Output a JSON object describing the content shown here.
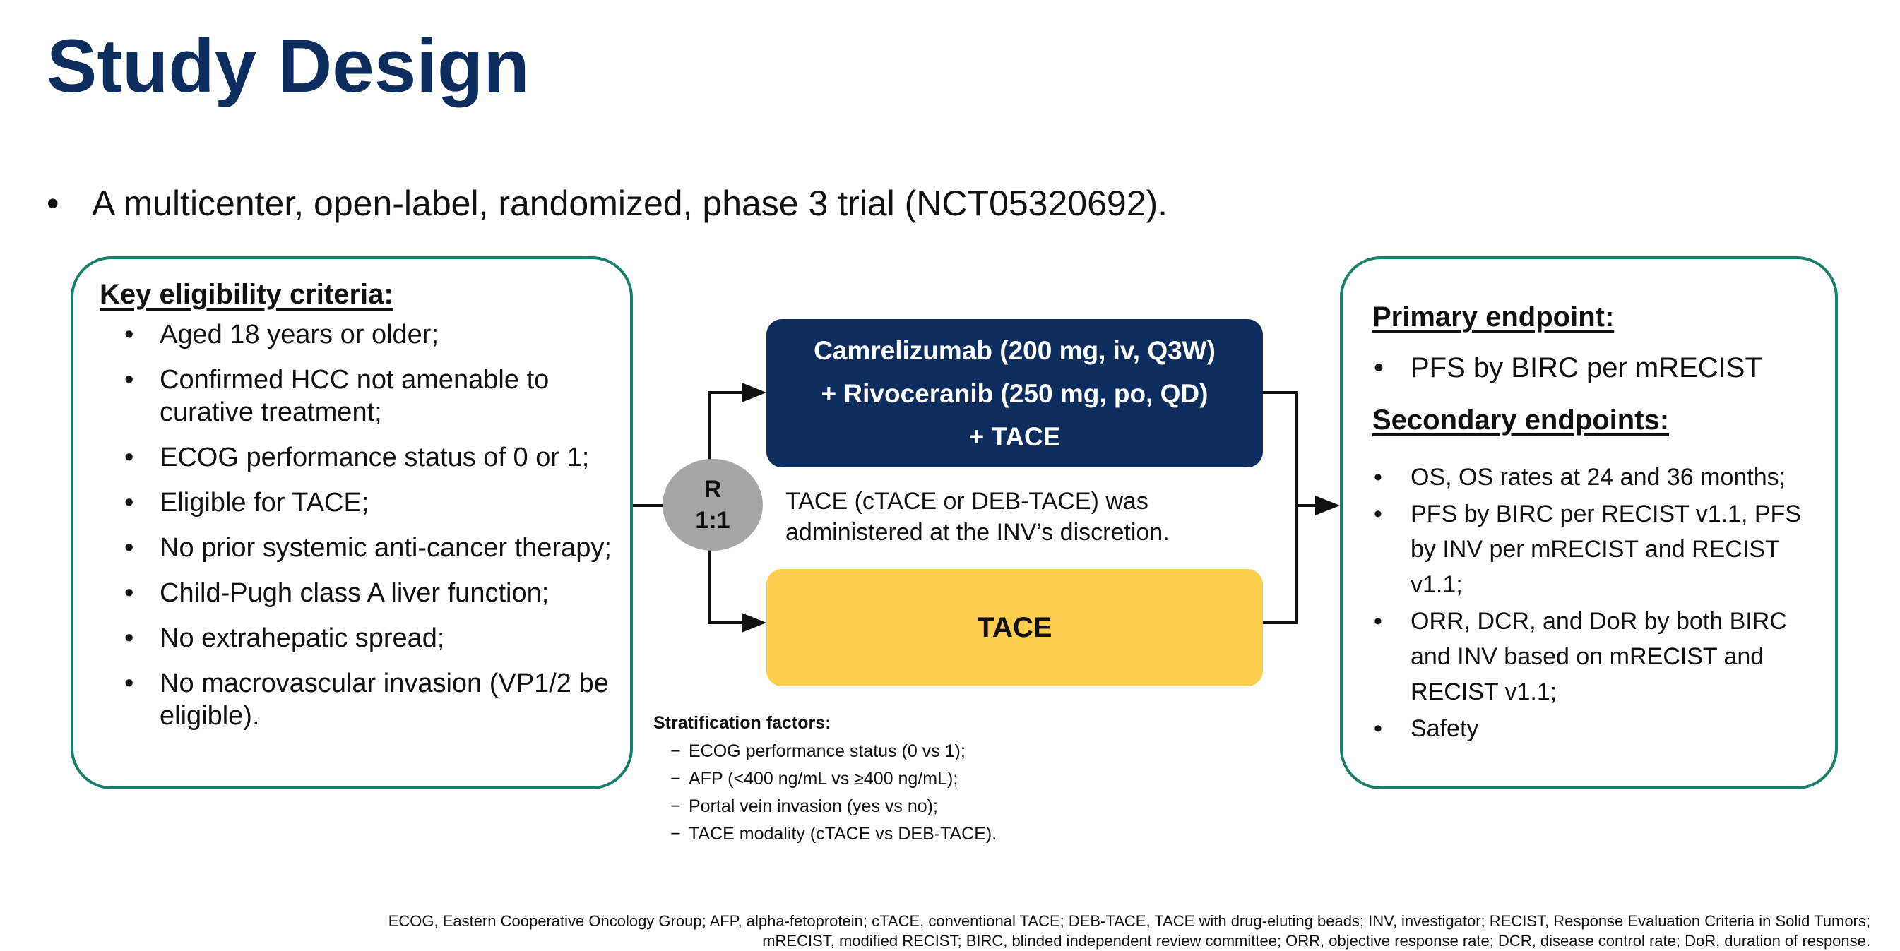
{
  "title": "Study Design",
  "intro": {
    "bullet": "•",
    "text": "A multicenter, open-label, randomized, phase 3 trial (NCT05320692)."
  },
  "eligibility": {
    "heading": "Key eligibility criteria:",
    "items": [
      "Aged 18 years or older;",
      "Confirmed HCC not amenable to curative treatment;",
      "ECOG performance status of 0 or 1;",
      "Eligible for TACE;",
      "No prior systemic anti-cancer therapy;",
      "Child-Pugh class A liver function;",
      "No extrahepatic spread;",
      "No macrovascular invasion (VP1/2 be eligible)."
    ]
  },
  "randomization": {
    "line1": "R",
    "line2": "1:1"
  },
  "arms": {
    "experimental": {
      "line1": "Camrelizumab (200 mg, iv, Q3W)",
      "line2": "+ Rivoceranib (250 mg, po, QD)",
      "line3": "+ TACE"
    },
    "control": {
      "label": "TACE"
    },
    "note": "TACE (cTACE or DEB-TACE) was administered at the INV’s discretion."
  },
  "stratification": {
    "heading": "Stratification factors:",
    "items": [
      "ECOG performance status (0 vs 1);",
      "AFP (<400 ng/mL vs ≥400 ng/mL);",
      "Portal vein invasion (yes vs no);",
      "TACE modality (cTACE vs DEB-TACE)."
    ]
  },
  "endpoints": {
    "primary_heading": "Primary endpoint:",
    "primary_items": [
      "PFS by BIRC per mRECIST"
    ],
    "secondary_heading": "Secondary endpoints:",
    "secondary_items": [
      "OS, OS rates at 24 and 36 months;",
      "PFS by BIRC per RECIST v1.1, PFS by INV per mRECIST and RECIST v1.1;",
      "ORR, DCR, and DoR by both BIRC and INV based on mRECIST and RECIST v1.1;",
      "Safety"
    ]
  },
  "footnote": {
    "line1": "ECOG, Eastern Cooperative Oncology Group; AFP, alpha-fetoprotein; cTACE, conventional TACE; DEB-TACE, TACE with drug-eluting beads; INV, investigator; RECIST, Response Evaluation Criteria in Solid Tumors;",
    "line2": "mRECIST, modified RECIST; BIRC, blinded independent review committee; ORR, objective response rate; DCR, disease control rate; DoR, duration of response."
  },
  "colors": {
    "title": "#0c2d5e",
    "panel_border": "#1a7f68",
    "experimental_arm": "#0c2d5e",
    "control_arm": "#fdcd50",
    "randomization_circle": "#a6a6a6"
  }
}
